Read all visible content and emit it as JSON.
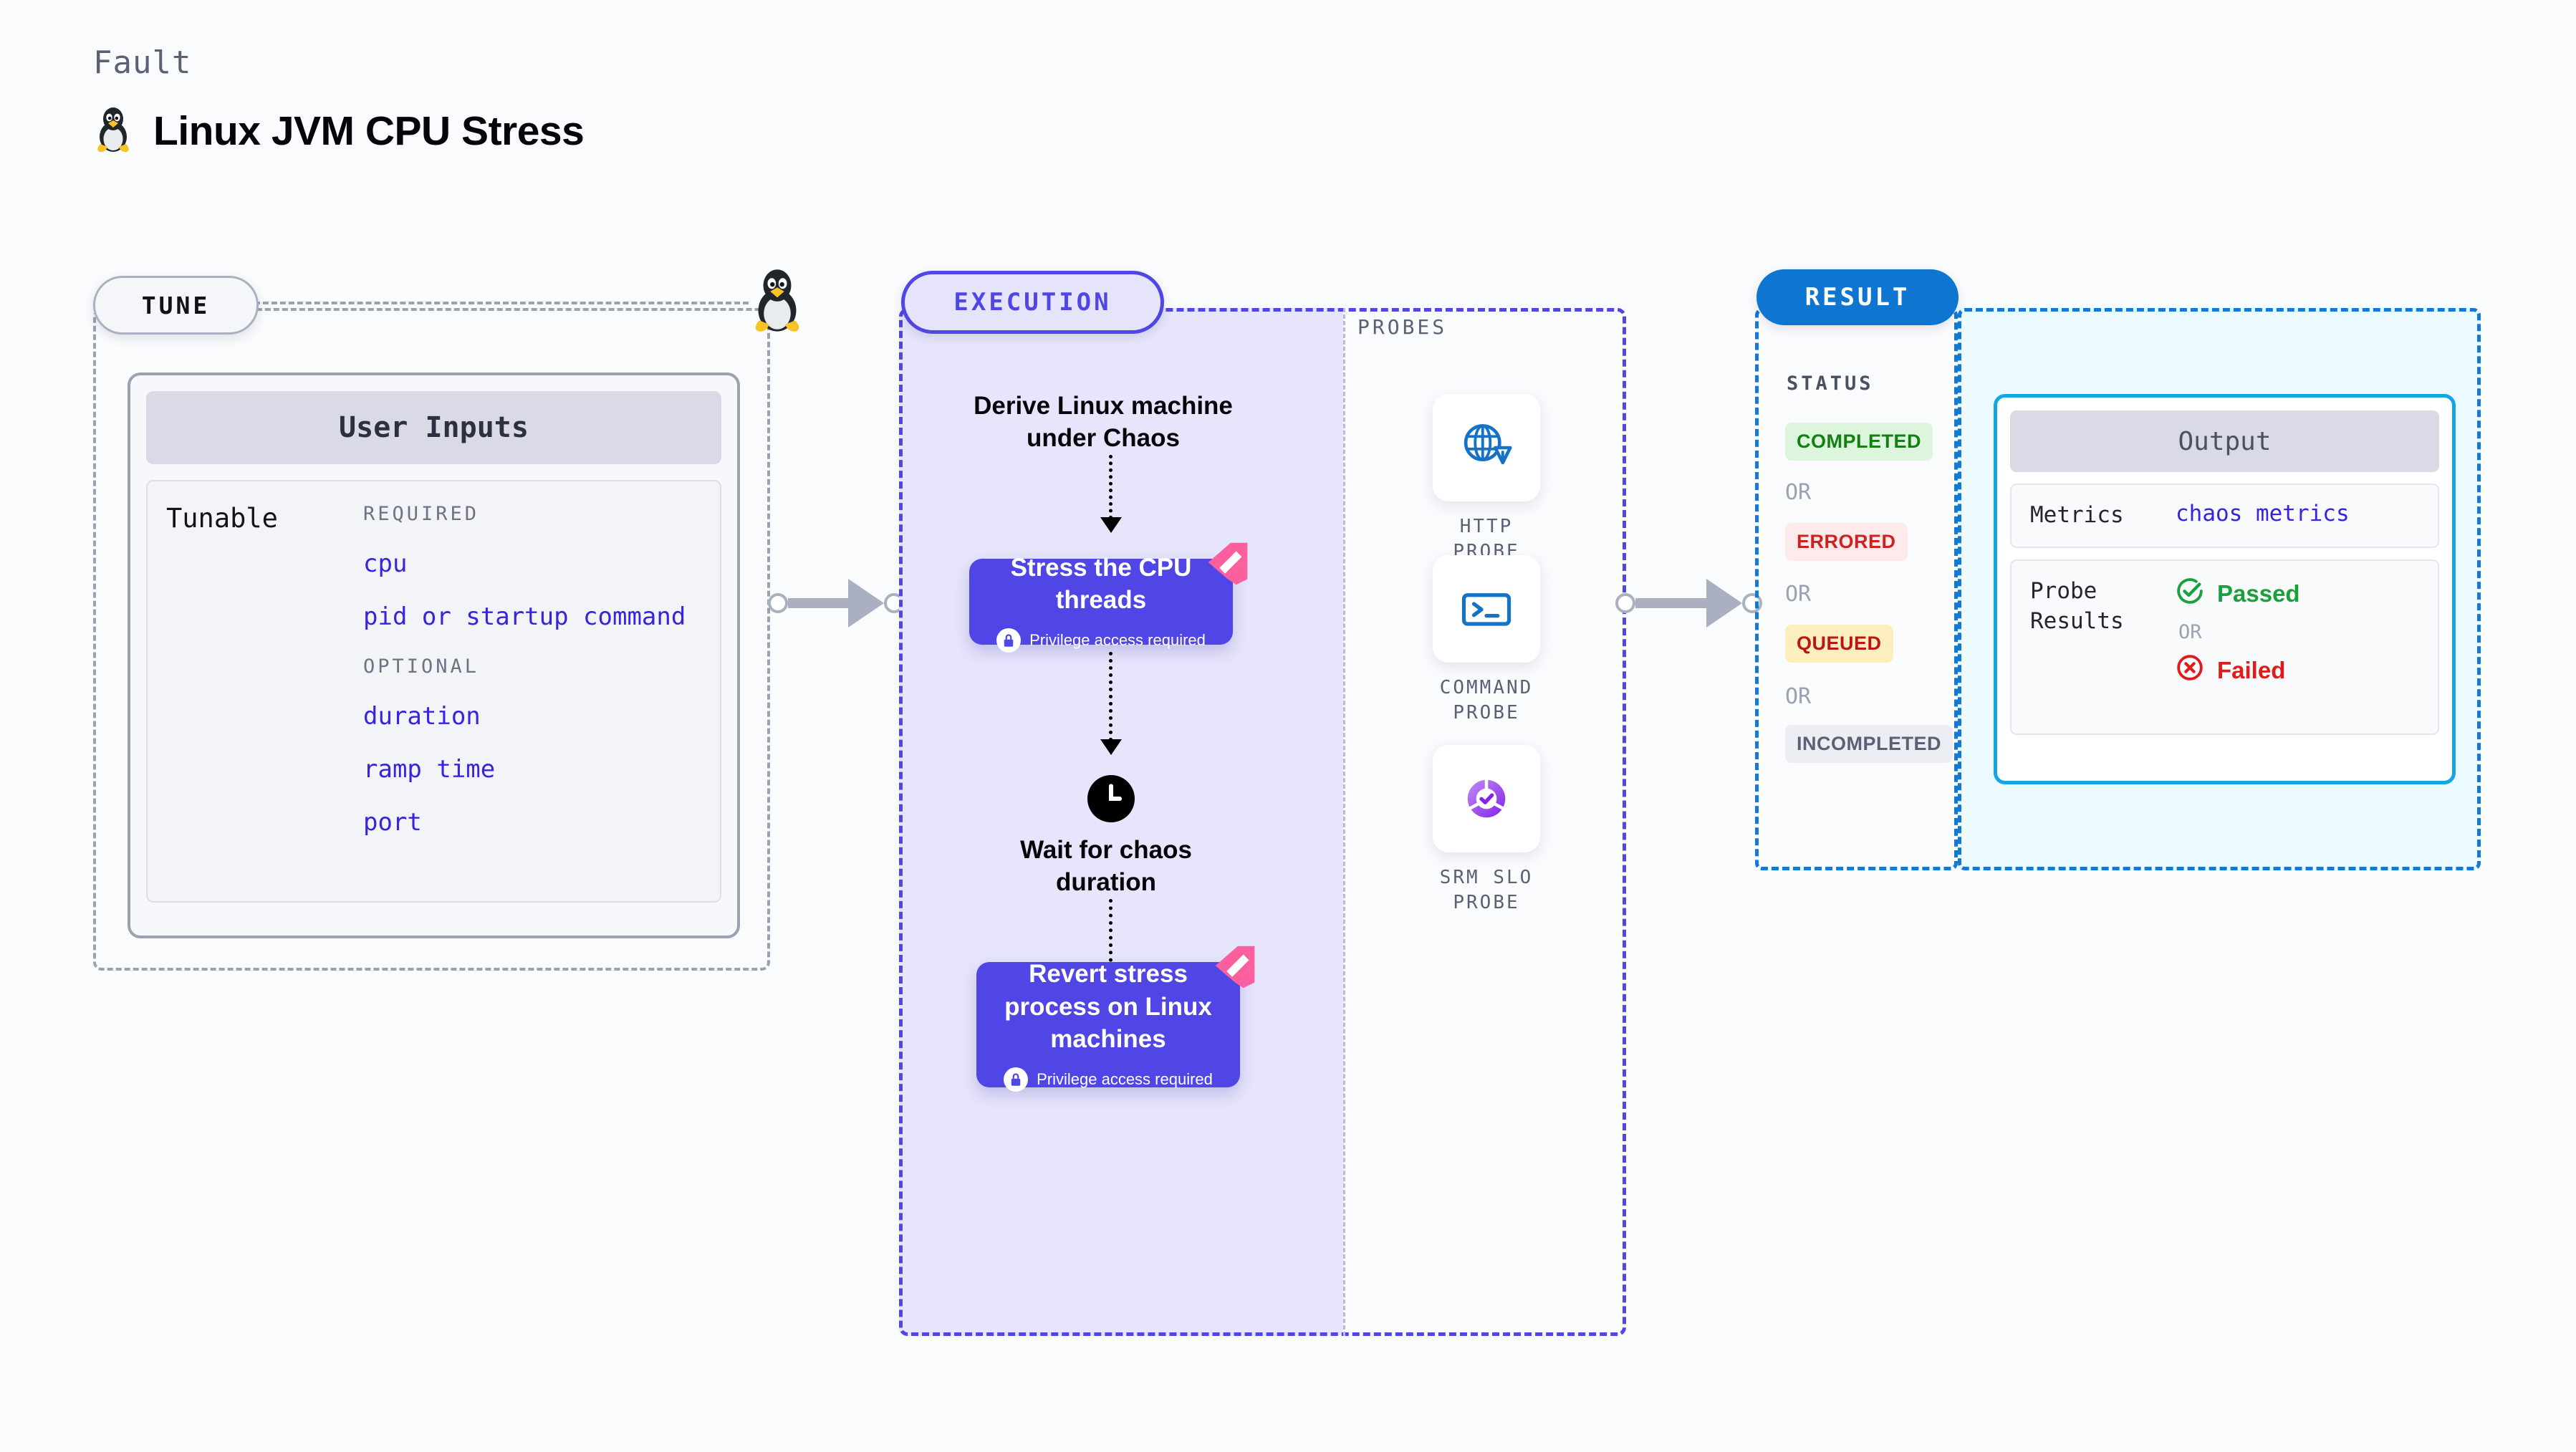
{
  "header": {
    "kicker": "Fault",
    "title": "Linux JVM CPU Stress",
    "icon": "tux-penguin-icon"
  },
  "tune": {
    "badge": "TUNE",
    "card_title": "User Inputs",
    "tunable_label": "Tunable",
    "groups": [
      {
        "title": "REQUIRED",
        "items": [
          "cpu",
          "pid or startup command"
        ]
      },
      {
        "title": "OPTIONAL",
        "items": [
          "duration",
          "ramp time",
          "port"
        ]
      }
    ]
  },
  "execution": {
    "badge": "EXECUTION",
    "nodes": [
      {
        "type": "text",
        "label": "Derive Linux machine under Chaos"
      },
      {
        "type": "action",
        "label": "Stress the CPU threads",
        "note": "Privilege access required"
      },
      {
        "type": "wait",
        "label": "Wait for chaos duration"
      },
      {
        "type": "action",
        "label": "Revert stress process on Linux machines",
        "note": "Privilege access required"
      }
    ],
    "probes_label": "PROBES",
    "probes": [
      {
        "name": "HTTP PROBE",
        "icon": "globe-warning-icon"
      },
      {
        "name": "COMMAND PROBE",
        "icon": "terminal-icon"
      },
      {
        "name": "SRM SLO PROBE",
        "icon": "slo-donut-check-icon"
      }
    ]
  },
  "result": {
    "badge": "RESULT",
    "status_label": "STATUS",
    "or_label": "OR",
    "statuses": [
      {
        "label": "COMPLETED",
        "bg": "#dcf5dc",
        "fg": "#148014"
      },
      {
        "label": "ERRORED",
        "bg": "#fdeaea",
        "fg": "#cc2222"
      },
      {
        "label": "QUEUED",
        "bg": "#fdeebd",
        "fg": "#bb1515"
      },
      {
        "label": "INCOMPLETED",
        "bg": "#eceef4",
        "fg": "#5b6175"
      }
    ],
    "output": {
      "title": "Output",
      "metrics_key": "Metrics",
      "metrics_value": "chaos metrics",
      "probe_key": "Probe Results",
      "passed": "Passed",
      "failed": "Failed",
      "or_label": "OR"
    }
  },
  "colors": {
    "accent_purple": "#4f46e5",
    "accent_blue": "#0e76d0",
    "mono_blue": "#3723e0",
    "gray_dash": "#9aa1b1"
  }
}
